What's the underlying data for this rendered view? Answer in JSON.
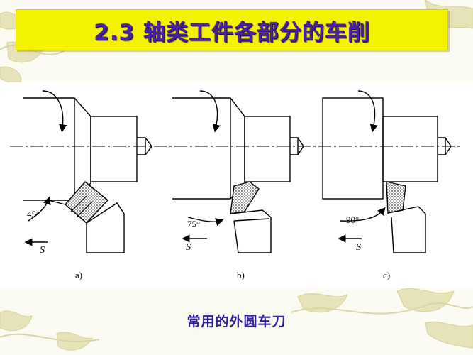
{
  "slide": {
    "title": "2.3 轴类工件各部分的车削",
    "caption": "常用的外圆车刀"
  },
  "figures": [
    {
      "angle_label": "45°",
      "feed_label": "S",
      "sub_label": "a)"
    },
    {
      "angle_label": "75°",
      "feed_label": "S",
      "sub_label": "b)"
    },
    {
      "angle_label": "90°",
      "feed_label": "S",
      "sub_label": "c)"
    }
  ],
  "colors": {
    "title_bar": "#f5f200",
    "title_text": "#4b1fa6",
    "caption_text": "#2c1fa0",
    "background": "#fbfaf3"
  }
}
